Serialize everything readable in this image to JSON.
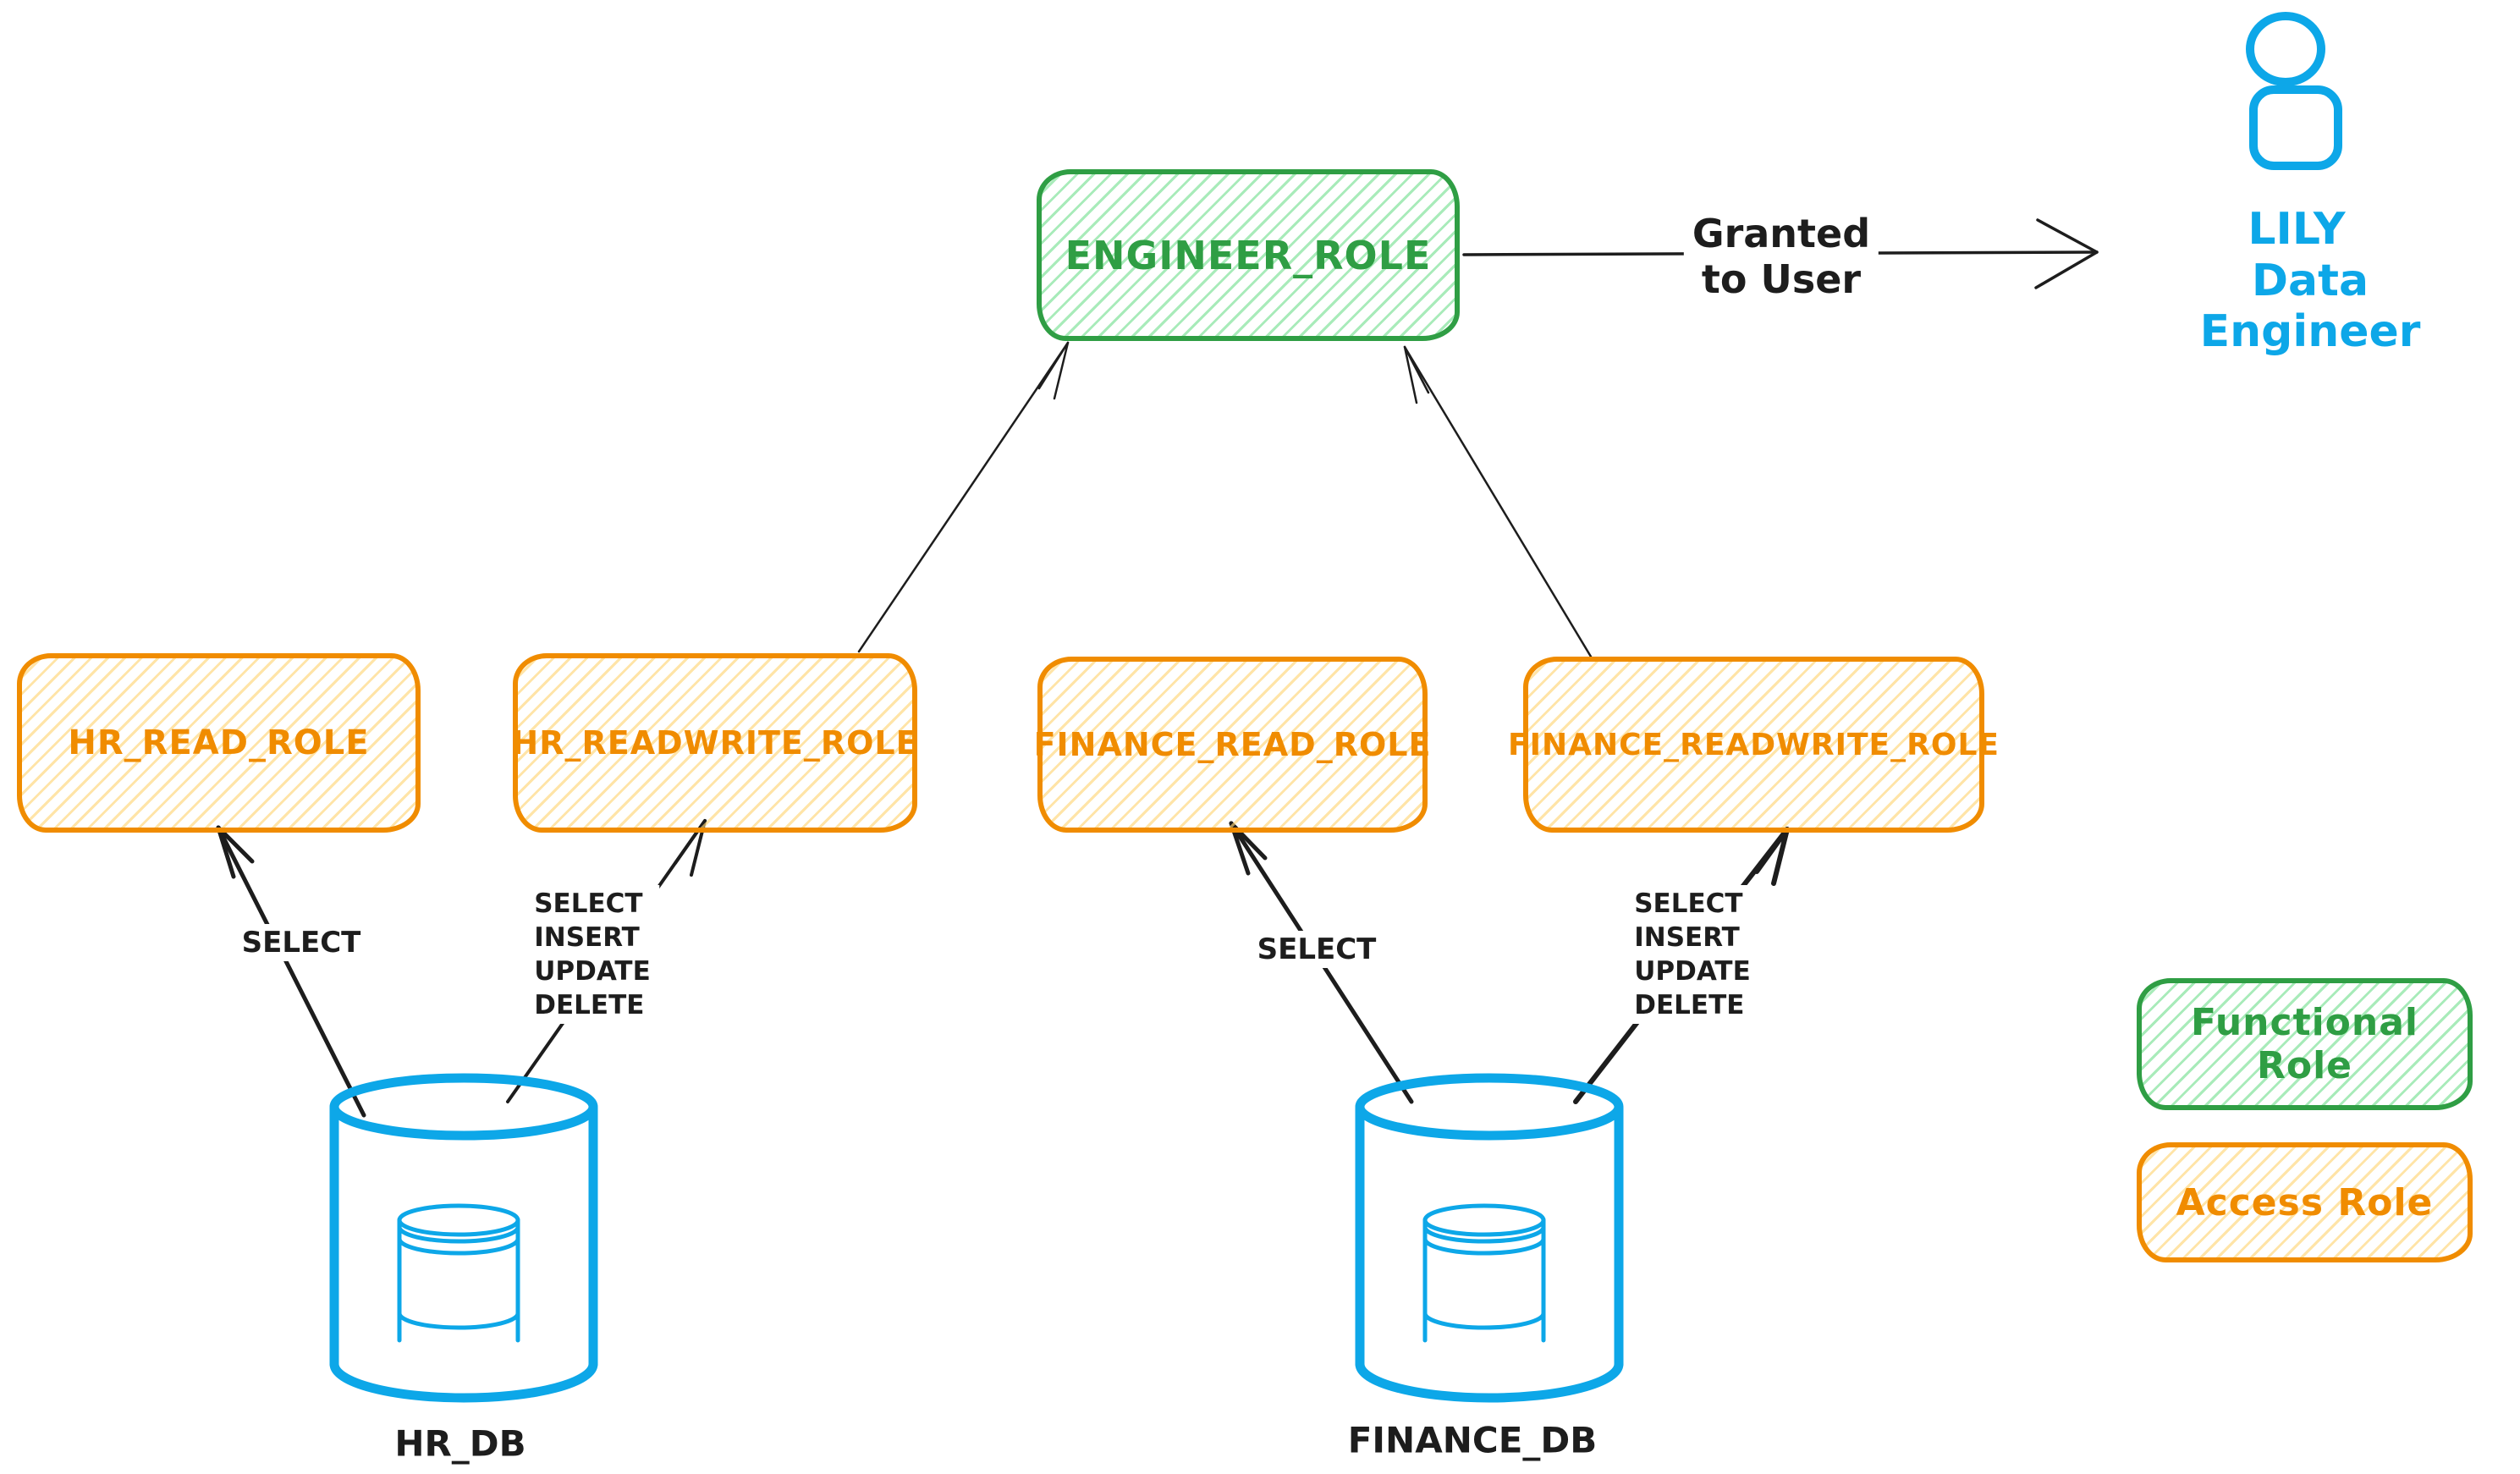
{
  "diagram": {
    "functional_role": {
      "label": "ENGINEER_ROLE"
    },
    "grant": {
      "label": "Granted\nto User"
    },
    "user": {
      "name": "LILY",
      "title": "Data Engineer",
      "icon": "user-icon"
    },
    "access_roles": [
      {
        "label": "HR_READ_ROLE"
      },
      {
        "label": "HR_READWRITE_ROLE"
      },
      {
        "label": "FINANCE_READ_ROLE"
      },
      {
        "label": "FINANCE_READWRITE_ROLE"
      }
    ],
    "privileges": [
      {
        "label": "SELECT"
      },
      {
        "label": "SELECT\nINSERT\nUPDATE\nDELETE"
      },
      {
        "label": "SELECT"
      },
      {
        "label": "SELECT\nINSERT\nUPDATE\nDELETE"
      }
    ],
    "databases": [
      {
        "label": "HR_DB",
        "icon": "database-icon"
      },
      {
        "label": "FINANCE_DB",
        "icon": "database-icon"
      }
    ],
    "legend": [
      {
        "label": "Functional Role",
        "type": "functional"
      },
      {
        "label": "Access Role",
        "type": "access"
      }
    ],
    "colors": {
      "functional_role": "#2f9e44",
      "access_role": "#f08c00",
      "database": "#0da7e8",
      "ink": "#1d1d1d"
    }
  }
}
